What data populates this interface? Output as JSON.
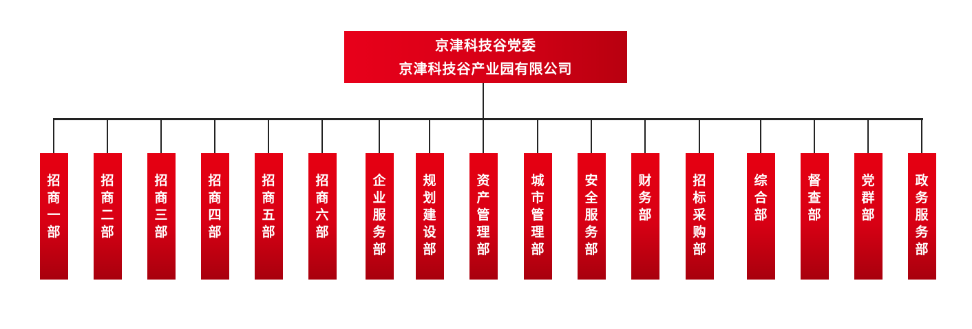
{
  "root": {
    "line1": "京津科技谷党委",
    "line2": "京津科技谷产业园有限公司"
  },
  "departments": [
    {
      "label": "招商一部"
    },
    {
      "label": "招商二部"
    },
    {
      "label": "招商三部"
    },
    {
      "label": "招商四部"
    },
    {
      "label": "招商五部"
    },
    {
      "label": "招商六部"
    },
    {
      "label": "企业服务部"
    },
    {
      "label": "规划建设部"
    },
    {
      "label": "资产管理部"
    },
    {
      "label": "城市管理部"
    },
    {
      "label": "安全服务部"
    },
    {
      "label": "财务部"
    },
    {
      "label": "招标采购部"
    },
    {
      "label": "综合部"
    },
    {
      "label": "督查部"
    },
    {
      "label": "党群部"
    },
    {
      "label": "政务服务部"
    }
  ],
  "colors": {
    "box_red": "#e60012",
    "box_red_dark": "#a8000d",
    "connector": "#222222",
    "text": "#ffffff"
  }
}
